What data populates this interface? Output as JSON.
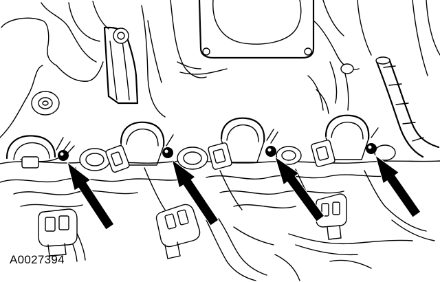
{
  "figure": {
    "code": "A0027394"
  },
  "components": {
    "bolts": [
      "bolt",
      "bolt",
      "bolt",
      "bolt"
    ],
    "arrows": [
      "arrow",
      "arrow",
      "arrow",
      "arrow"
    ],
    "coils": [
      "coil",
      "coil",
      "coil",
      "coil"
    ],
    "connectors": [
      "connector",
      "connector",
      "connector"
    ]
  },
  "colors": {
    "line": "#000000",
    "background": "#ffffff"
  }
}
